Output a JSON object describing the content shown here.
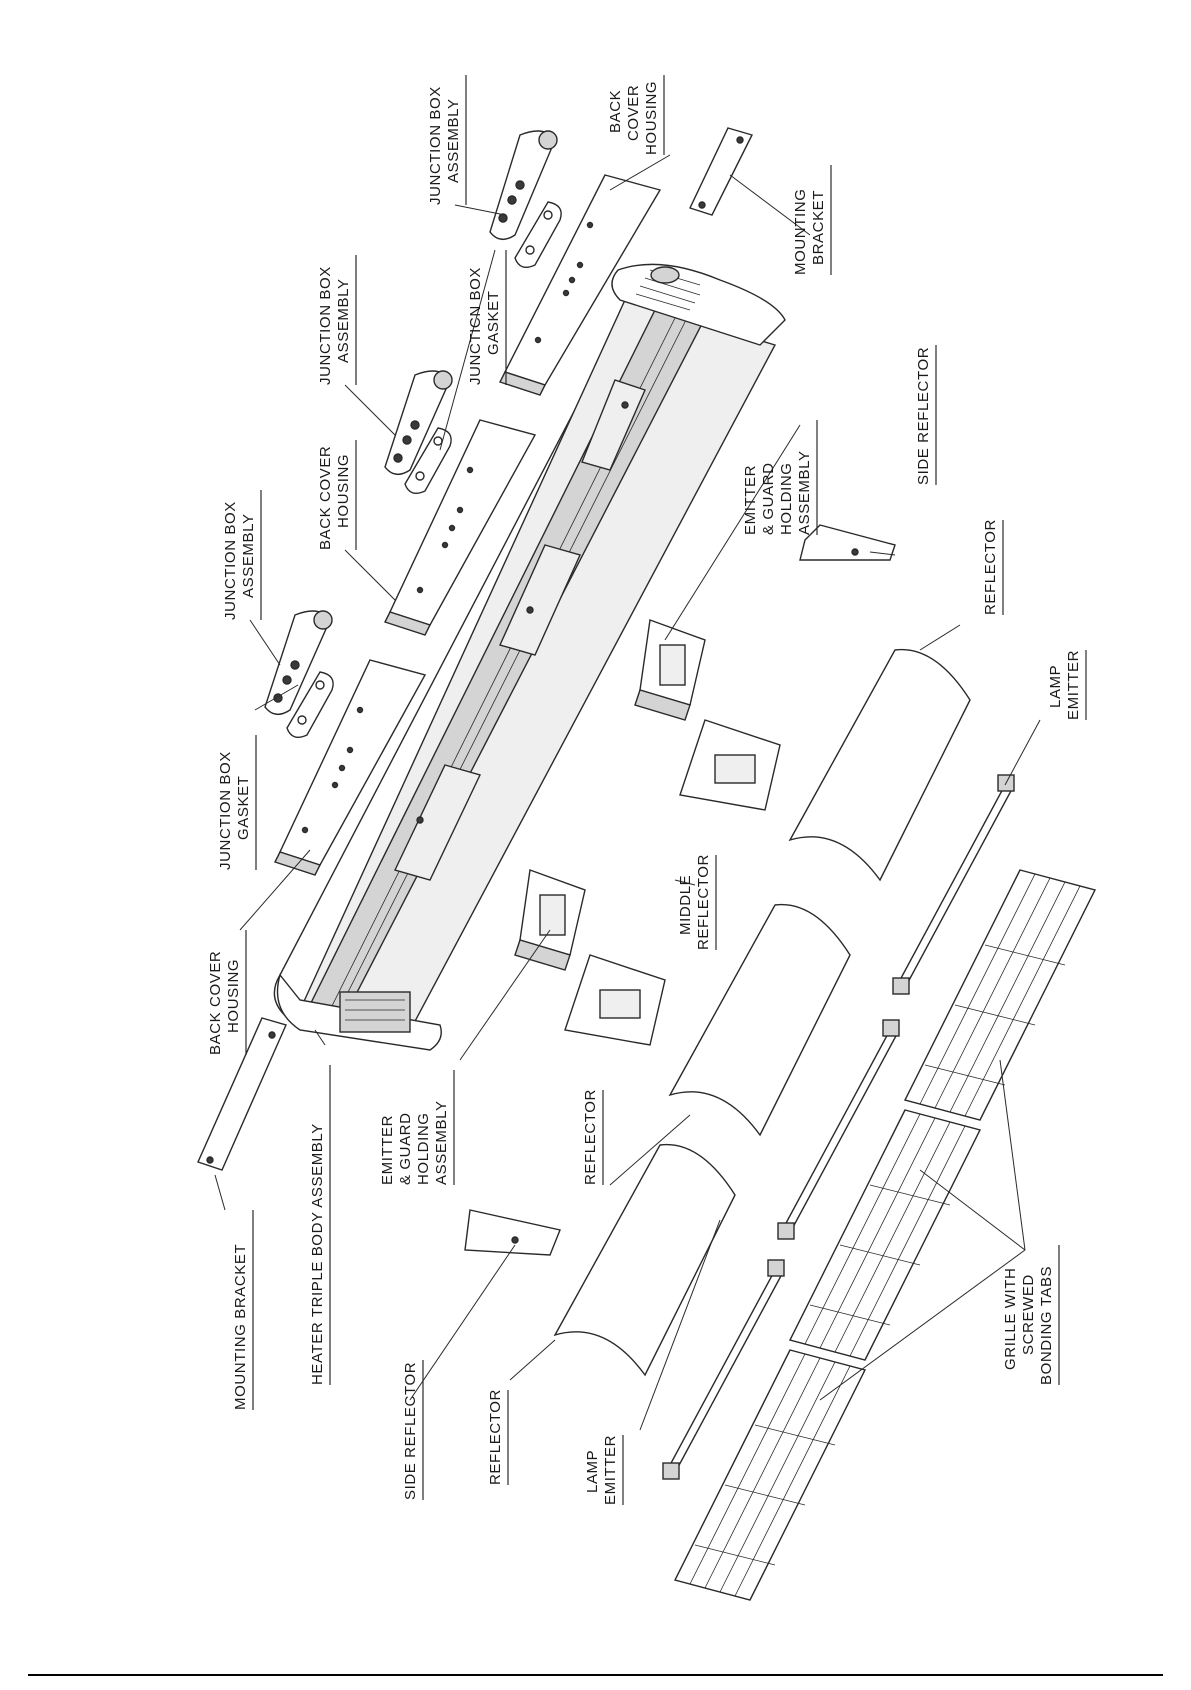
{
  "labels": {
    "jb1": [
      "JUNCTION BOX",
      "ASSEMBLY"
    ],
    "jb2": [
      "JUNCTION BOX",
      "ASSEMBLY"
    ],
    "jb3": [
      "JUNCTION BOX",
      "ASSEMBLY"
    ],
    "gasket_right": [
      "JUNCTICN BOX",
      "GASKET"
    ],
    "gasket_left": [
      "JUNCTION BOX",
      "GASKET"
    ],
    "back_cover_right": [
      "BACK",
      "COVER",
      "HOUSING"
    ],
    "back_cover_mid": [
      "BACK COVER",
      "HOUSING"
    ],
    "back_cover_left": [
      "BACK COVER",
      "HOUSING"
    ],
    "mounting_right": [
      "MOUNTING",
      "BRACKET"
    ],
    "mounting_left": [
      "MOUNTING BRACKET"
    ],
    "heater_body": [
      "HEATER TRIPLE BODY ASSEMBLY"
    ],
    "emitter_guard_right": [
      "EMITTER",
      "& GUARD",
      "HOLDING",
      "ASSEMBLY"
    ],
    "emitter_guard_left": [
      "EMITTER",
      "& GUARD",
      "HOLDING",
      "ASSEMBLY"
    ],
    "side_reflector_right": [
      "SIDE REFLECTOR"
    ],
    "side_reflector_left": [
      "SIDE REFLECTOR"
    ],
    "reflector_right": [
      "REFLECTOR"
    ],
    "reflector_mid": [
      "REFLECTOR"
    ],
    "reflector_left": [
      "REFLECTOR"
    ],
    "middle_reflector": [
      "MIDDLE",
      "REFLECTOR"
    ],
    "lamp_emitter_right": [
      "LAMP",
      "EMITTER"
    ],
    "lamp_emitter_left": [
      "LAMP",
      "EMITTER"
    ],
    "grille": [
      "GRILLE WITH",
      "SCREWED",
      "BONDING TABS"
    ]
  }
}
